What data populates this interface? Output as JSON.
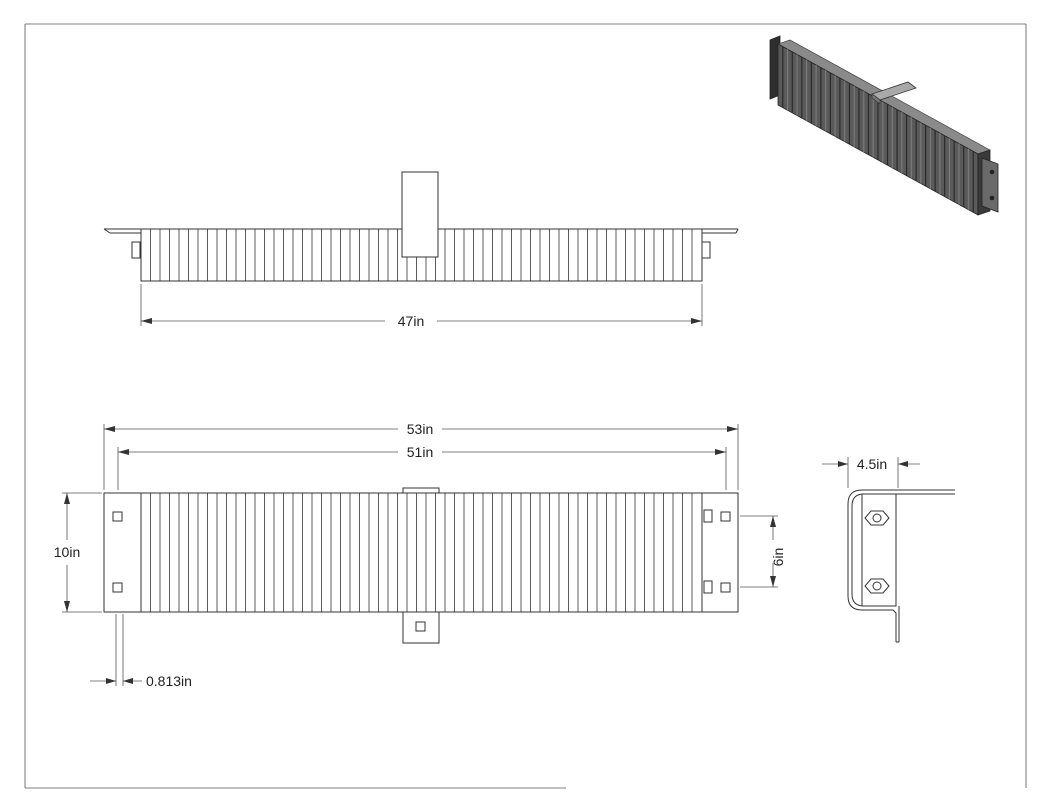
{
  "drawing": {
    "dimensions": {
      "top_length": "47in",
      "overall_length": "53in",
      "body_length": "51in",
      "height": "10in",
      "bolt_spacing": "6in",
      "side_depth": "4.5in",
      "plate_thickness": "0.813in"
    },
    "colors": {
      "line": "#333333",
      "iso_dark": "#4a4a4a",
      "iso_light": "#8a8a8a"
    }
  }
}
